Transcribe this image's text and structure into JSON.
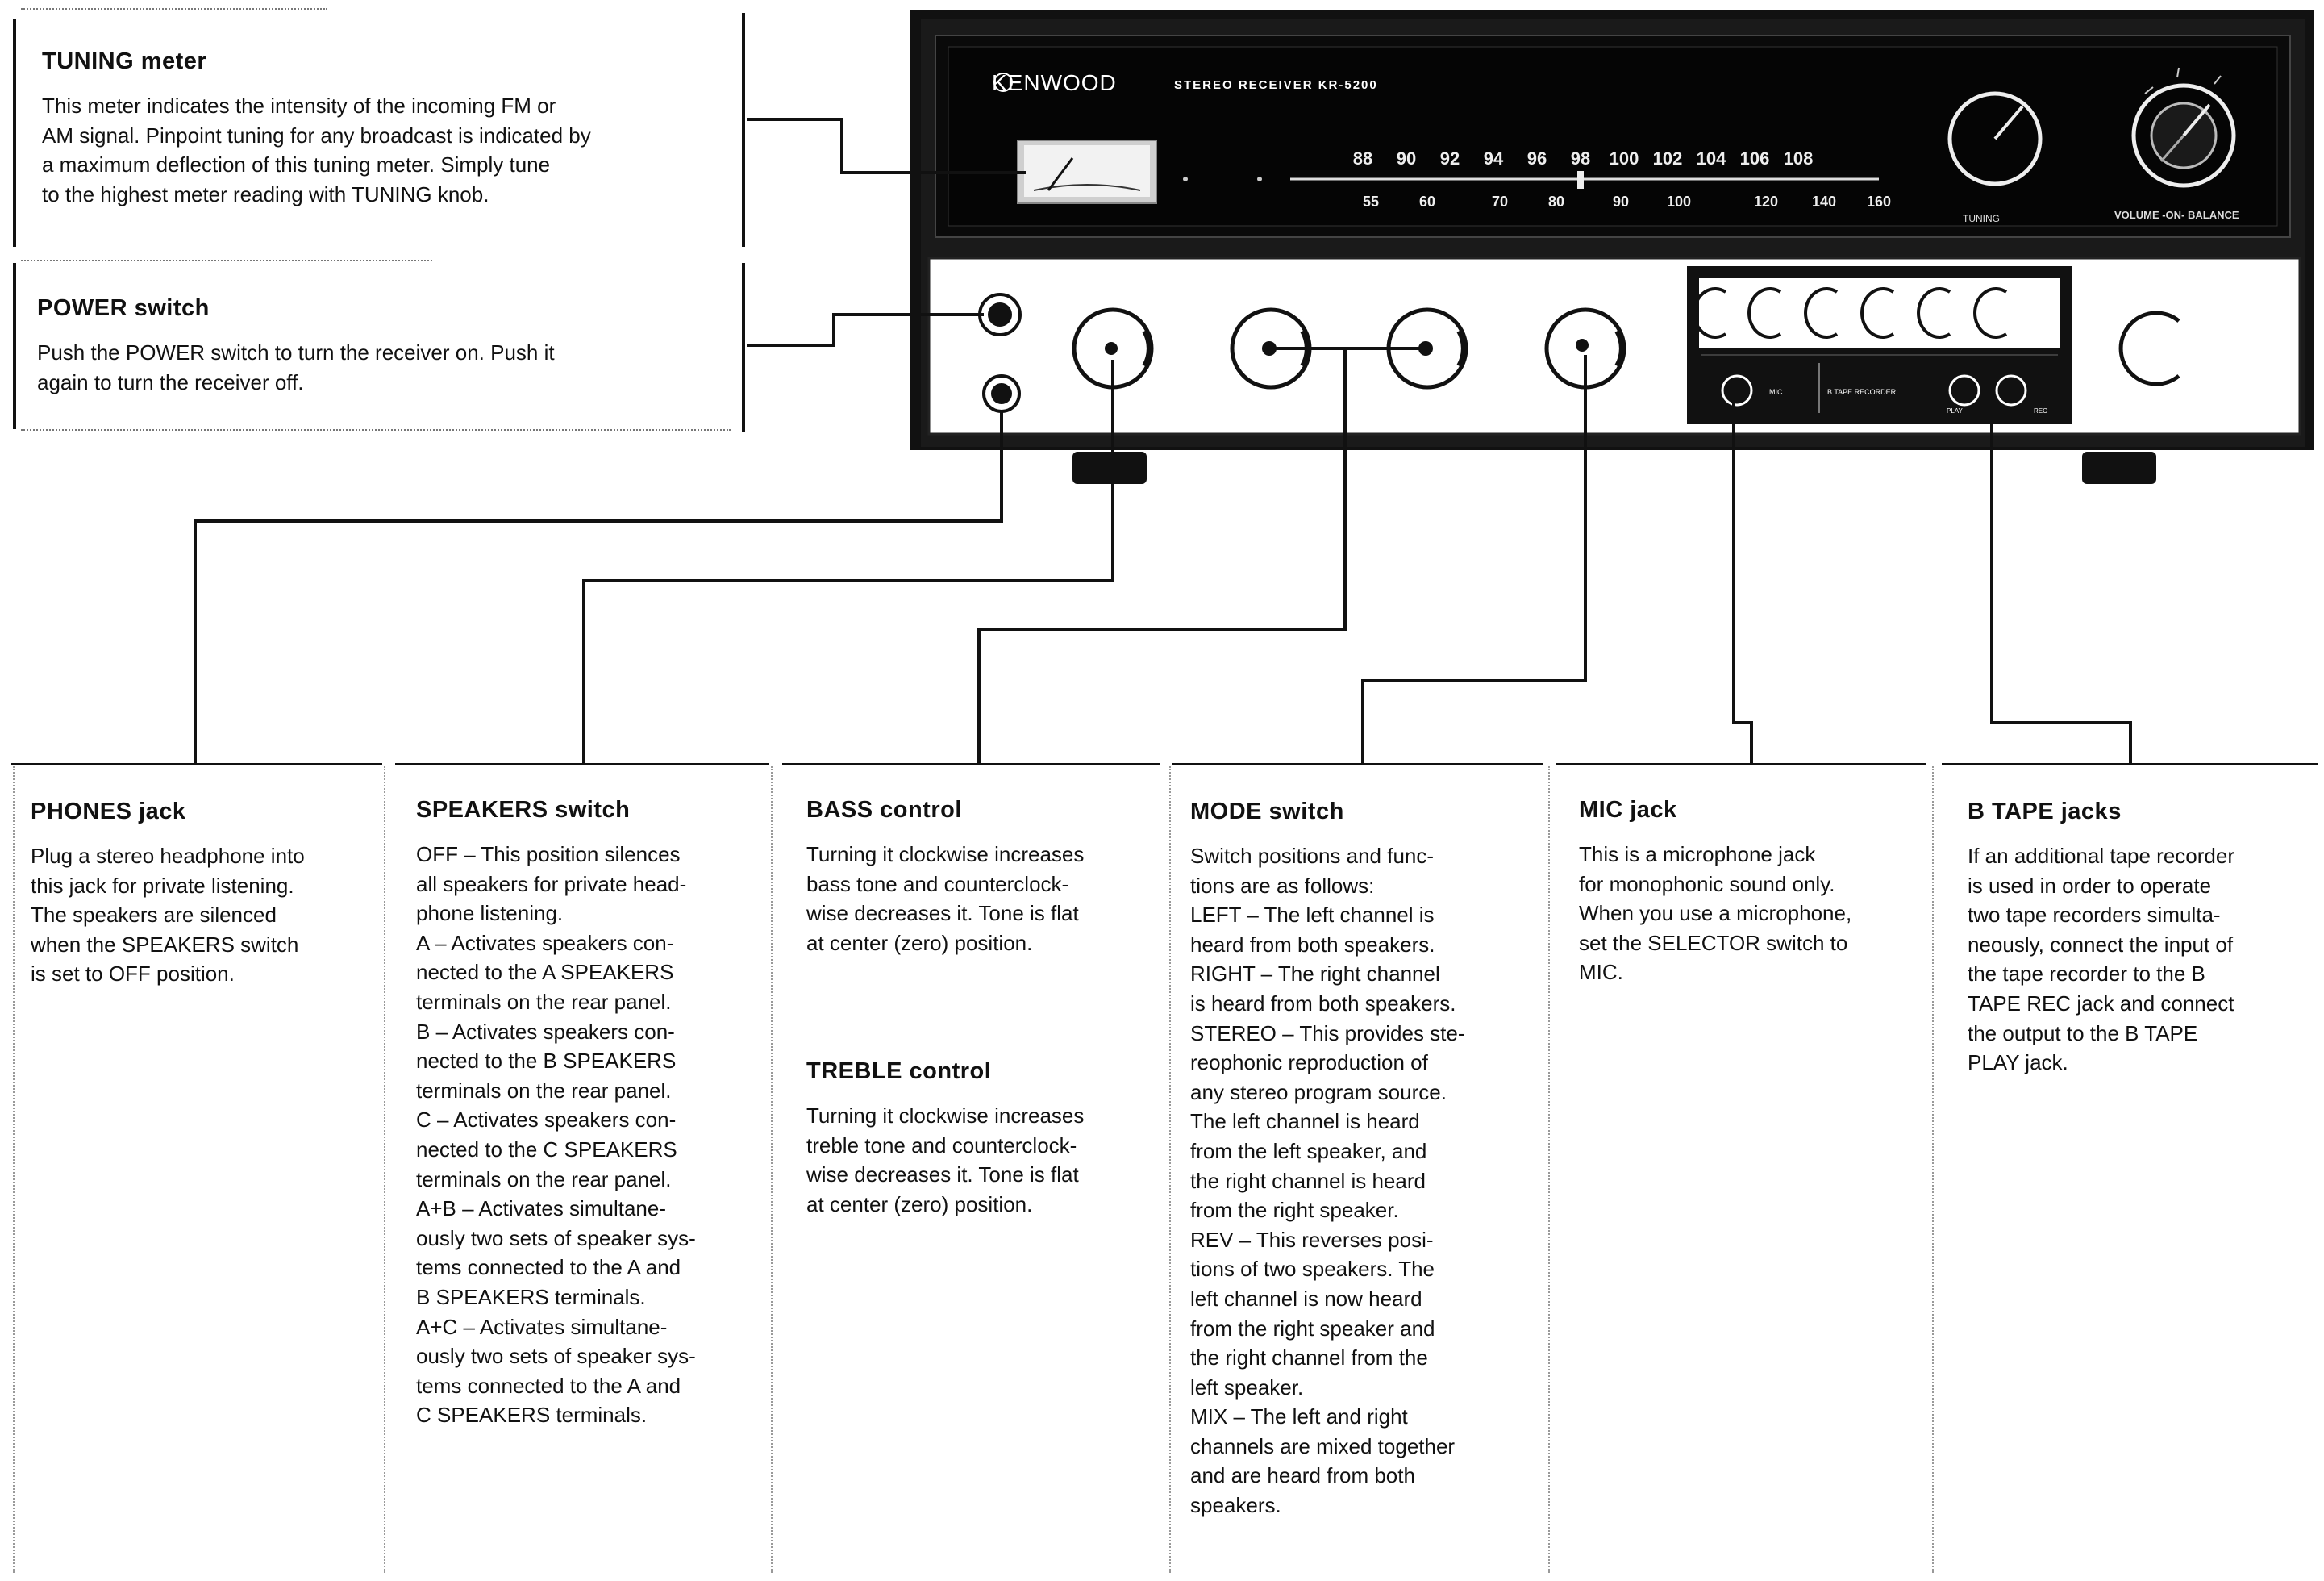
{
  "receiver": {
    "brand": "KENWOOD",
    "model_line": "STEREO RECEIVER  KR-5200",
    "fm_scale": [
      "88",
      "90",
      "92",
      "94",
      "96",
      "98",
      "100",
      "102",
      "104",
      "106",
      "108"
    ],
    "am_scale": [
      "55",
      "60",
      "70",
      "80",
      "90",
      "100",
      "120",
      "140",
      "160"
    ],
    "knob_labels": {
      "tuning": "TUNING",
      "volume_balance": "VOLUME  -ON-  BALANCE"
    },
    "jack_labels": {
      "mic": "MIC",
      "tape_recorder": "B TAPE RECORDER",
      "play": "PLAY",
      "rec": "REC"
    }
  },
  "callouts": {
    "tuning_meter": {
      "title": "TUNING meter",
      "lines": [
        "This meter indicates the intensity of the incoming FM or",
        "AM signal. Pinpoint tuning for any broadcast is indicated by",
        "a maximum deflection of this tuning meter. Simply tune",
        "to the highest meter reading with TUNING knob."
      ]
    },
    "power_switch": {
      "title": "POWER switch",
      "lines": [
        "Push the POWER switch to turn the receiver on. Push it",
        "again to turn the receiver off."
      ]
    },
    "phones_jack": {
      "title": "PHONES jack",
      "lines": [
        "Plug a stereo headphone into",
        "this jack for private listening.",
        "The speakers are silenced",
        "when the SPEAKERS switch",
        "is set to OFF position."
      ]
    },
    "speakers_switch": {
      "title": "SPEAKERS switch",
      "lines": [
        "OFF – This position silences",
        "all speakers for private head-",
        "phone listening.",
        "A – Activates speakers con-",
        "nected to the A SPEAKERS",
        "terminals on the rear panel.",
        "B – Activates speakers con-",
        "nected to the B SPEAKERS",
        "terminals on the rear panel.",
        "C – Activates speakers con-",
        "nected to the C SPEAKERS",
        "terminals on the rear panel.",
        "A+B – Activates simultane-",
        "ously two sets of speaker sys-",
        "tems connected to the A and",
        "B SPEAKERS terminals.",
        "A+C – Activates simultane-",
        "ously two sets of speaker sys-",
        "tems connected to the A and",
        "C SPEAKERS terminals."
      ]
    },
    "bass_control": {
      "title": "BASS control",
      "lines": [
        "Turning it clockwise increases",
        "bass tone and counterclock-",
        "wise decreases it. Tone is flat",
        "at center (zero) position."
      ]
    },
    "treble_control": {
      "title": "TREBLE control",
      "lines": [
        "Turning it clockwise increases",
        "treble tone and counterclock-",
        "wise decreases it. Tone is flat",
        "at center (zero) position."
      ]
    },
    "mode_switch": {
      "title": "MODE switch",
      "lines": [
        "Switch positions and func-",
        "tions are as follows:",
        "LEFT – The left channel is",
        "heard from both speakers.",
        "RIGHT – The right channel",
        "is heard from both speakers.",
        "STEREO – This provides ste-",
        "reophonic reproduction of",
        "any stereo program source.",
        "The left channel is heard",
        "from the left speaker, and",
        "the right channel is heard",
        "from the right speaker.",
        "REV – This reverses posi-",
        "tions of two speakers. The",
        "left channel is now heard",
        "from the right speaker and",
        "the right channel from the",
        "left speaker.",
        "MIX – The left and right",
        "channels are mixed together",
        "and are heard from both",
        "speakers."
      ]
    },
    "mic_jack": {
      "title": "MIC jack",
      "lines": [
        "This is a microphone jack",
        "for monophonic sound only.",
        "When you use a microphone,",
        "set the SELECTOR switch to",
        "MIC."
      ]
    },
    "b_tape_jacks": {
      "title": "B TAPE jacks",
      "lines": [
        "If an additional tape recorder",
        "is used in order to operate",
        "two tape recorders simulta-",
        "neously, connect the input of",
        "the tape recorder to the B",
        "TAPE REC jack and connect",
        "the output to the B TAPE",
        "PLAY jack."
      ]
    }
  }
}
